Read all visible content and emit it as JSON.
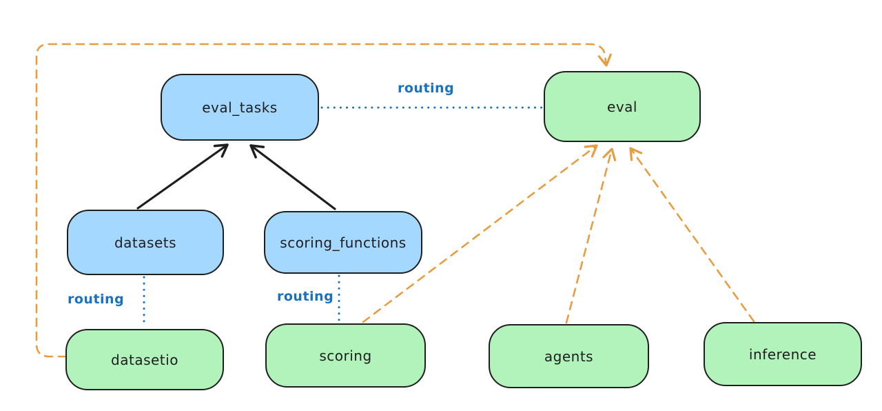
{
  "diagram": {
    "colors": {
      "node_blue_fill": "#a5d8ff",
      "node_green_fill": "#b2f2bb",
      "node_border": "#1e1e1e",
      "routing_blue": "#1971c2",
      "provider_orange": "#e89c40",
      "arrow_black": "#1e1e1e",
      "bg": "#ffffff"
    },
    "nodes": [
      {
        "id": "eval_tasks",
        "label": "eval_tasks",
        "color": "blue"
      },
      {
        "id": "eval",
        "label": "eval",
        "color": "green"
      },
      {
        "id": "datasets",
        "label": "datasets",
        "color": "blue"
      },
      {
        "id": "scoring_functions",
        "label": "scoring_functions",
        "color": "blue"
      },
      {
        "id": "datasetio",
        "label": "datasetio",
        "color": "green"
      },
      {
        "id": "scoring",
        "label": "scoring",
        "color": "green"
      },
      {
        "id": "agents",
        "label": "agents",
        "color": "green"
      },
      {
        "id": "inference",
        "label": "inference",
        "color": "green"
      }
    ],
    "edges": [
      {
        "from": "datasets",
        "to": "eval_tasks",
        "style": "solid-arrow",
        "color": "black"
      },
      {
        "from": "scoring_functions",
        "to": "eval_tasks",
        "style": "solid-arrow",
        "color": "black"
      },
      {
        "from": "eval_tasks",
        "to": "eval",
        "style": "dotted",
        "color": "blue",
        "label": "routing"
      },
      {
        "from": "datasets",
        "to": "datasetio",
        "style": "dotted",
        "color": "blue",
        "label": "routing"
      },
      {
        "from": "scoring_functions",
        "to": "scoring",
        "style": "dotted",
        "color": "blue",
        "label": "routing"
      },
      {
        "from": "datasetio",
        "to": "eval",
        "style": "dashed-arrow",
        "color": "orange"
      },
      {
        "from": "scoring",
        "to": "eval",
        "style": "dashed-arrow",
        "color": "orange"
      },
      {
        "from": "agents",
        "to": "eval",
        "style": "dashed-arrow",
        "color": "orange"
      },
      {
        "from": "inference",
        "to": "eval",
        "style": "dashed-arrow",
        "color": "orange"
      }
    ]
  }
}
